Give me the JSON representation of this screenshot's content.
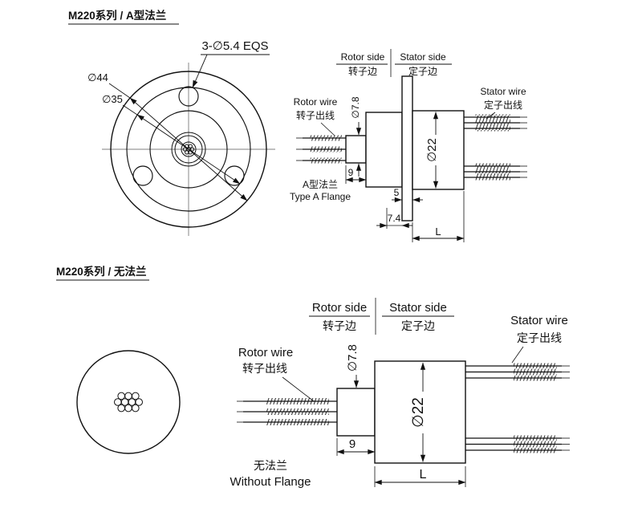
{
  "colors": {
    "ink": "#111111",
    "background": "#ffffff"
  },
  "flange_section": {
    "title": "M220系列 / A型法兰",
    "front": {
      "dia44": "∅44",
      "dia35": "∅35",
      "holes": "3-∅5.4 EQS"
    },
    "side": {
      "rotor_side_en": "Rotor side",
      "rotor_side_zh": "转子边",
      "stator_side_en": "Stator side",
      "stator_side_zh": "定子边",
      "rotor_wire_en": "Rotor wire",
      "rotor_wire_zh": "转子出线",
      "stator_wire_en": "Stator wire",
      "stator_wire_zh": "定子出线",
      "dia78": "∅7.8",
      "dia22": "∅22",
      "dim9": "9",
      "dim5": "5",
      "dim74": "7.4",
      "dimL": "L",
      "caption_zh": "A型法兰",
      "caption_en": "Type A Flange"
    }
  },
  "noflange_section": {
    "title": "M220系列 / 无法兰",
    "side": {
      "rotor_side_en": "Rotor side",
      "rotor_side_zh": "转子边",
      "stator_side_en": "Stator side",
      "stator_side_zh": "定子边",
      "rotor_wire_en": "Rotor wire",
      "rotor_wire_zh": "转子出线",
      "stator_wire_en": "Stator wire",
      "stator_wire_zh": "定子出线",
      "dia78": "∅7.8",
      "dia22": "∅22",
      "dim9": "9",
      "dimL": "L",
      "caption_zh": "无法兰",
      "caption_en": "Without Flange"
    }
  }
}
